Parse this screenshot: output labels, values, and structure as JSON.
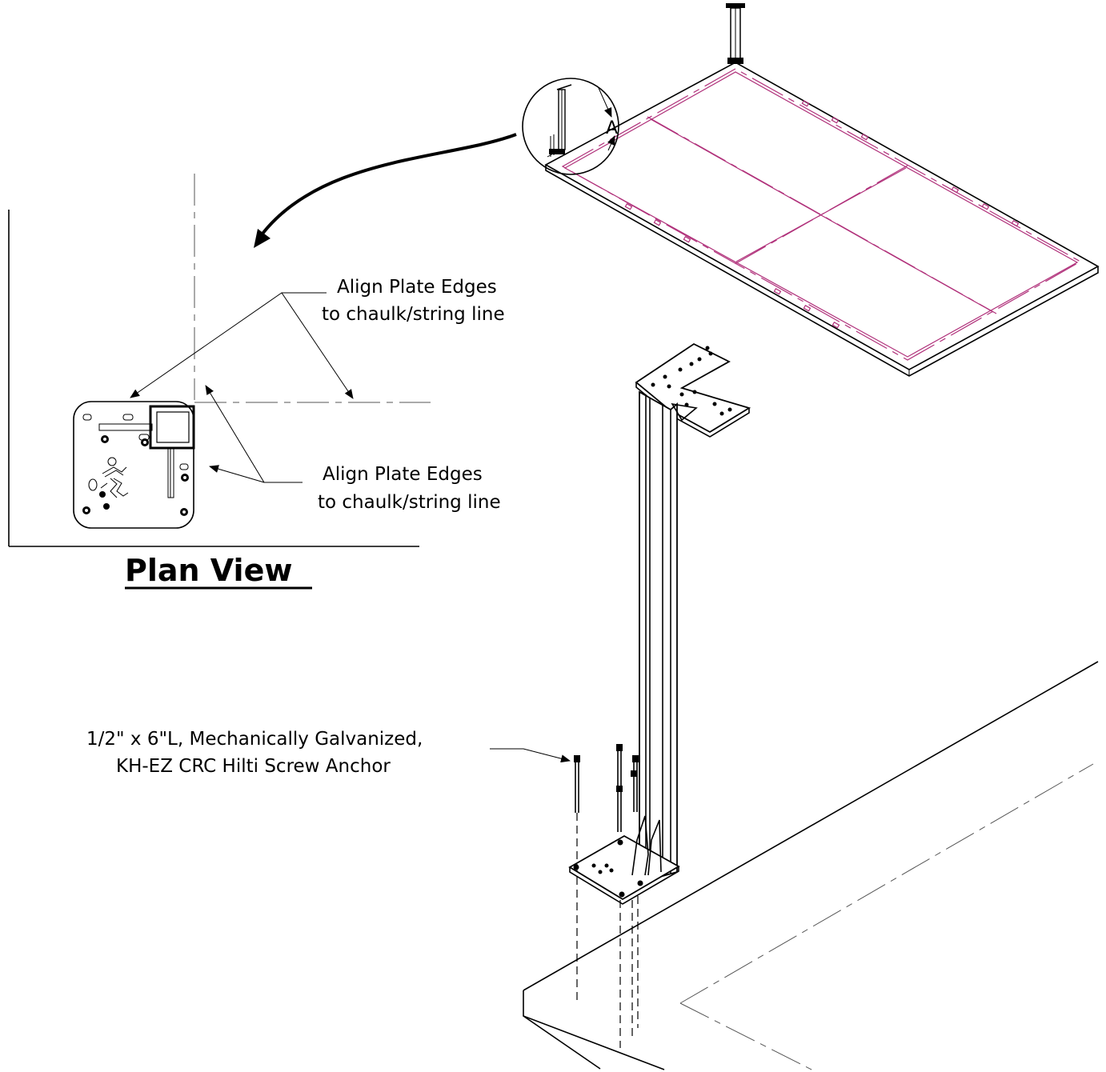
{
  "plan_view": {
    "title": "Plan View",
    "callout_top": {
      "line1": "Align Plate Edges",
      "line2": "to chaulk/string line"
    },
    "callout_bottom": {
      "line1": "Align Plate Edges",
      "line2": "to chaulk/string line"
    }
  },
  "anchor_callout": {
    "line1": "1/2\" x 6\"L, Mechanically Galvanized,",
    "line2": "KH-EZ CRC Hilti Screw Anchor"
  },
  "detail_marker": "A",
  "colors": {
    "line": "#000000",
    "layout_line": "#b0307a",
    "centerline": "#555555"
  }
}
